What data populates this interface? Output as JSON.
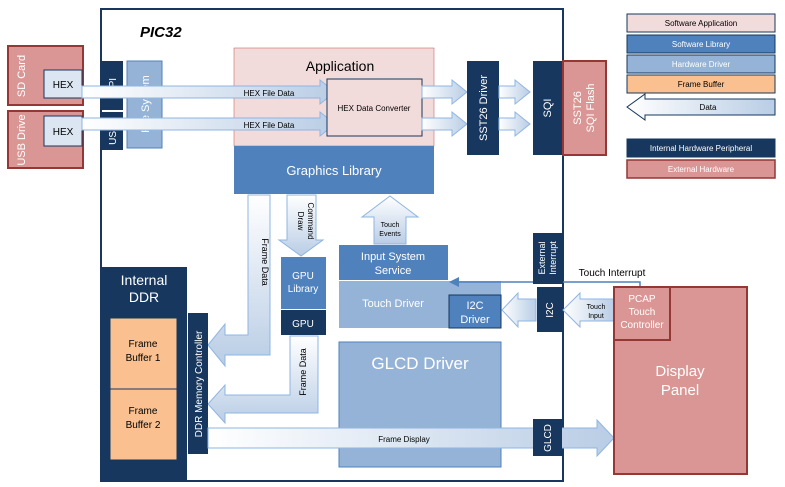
{
  "title": "PIC32",
  "external": {
    "sd_card": "SD Card",
    "usb_drive": "USB Drive",
    "hex": "HEX",
    "sqi_flash_line1": "SST26",
    "sqi_flash_line2": "SQI Flash",
    "display_line1": "Display",
    "display_line2": "Panel",
    "pcap_line1": "PCAP",
    "pcap_line2": "Touch",
    "pcap_line3": "Controller"
  },
  "blocks": {
    "spi": "SPI",
    "usbh": "USBH",
    "file_system": "File System",
    "application": "Application",
    "hex_converter": "HEX Data Converter",
    "sst26_driver": "SST26 Driver",
    "sqi": "SQI",
    "graphics_library": "Graphics Library",
    "gpu_library_line1": "GPU",
    "gpu_library_line2": "Library",
    "gpu": "GPU",
    "ddr_line1": "Internal",
    "ddr_line2": "DDR",
    "fb1_line1": "Frame",
    "fb1_line2": "Buffer 1",
    "fb2_line1": "Frame",
    "fb2_line2": "Buffer 2",
    "ddr_mem_ctrl": "DDR Memory Controller",
    "input_service_line1": "Input System",
    "input_service_line2": "Service",
    "touch_driver": "Touch Driver",
    "i2c_driver_line1": "I2C",
    "i2c_driver_line2": "Driver",
    "ext_interrupt_line1": "External",
    "ext_interrupt_line2": "Interrupt",
    "i2c": "I2C",
    "glcd_driver": "GLCD Driver",
    "glcd": "GLCD"
  },
  "arrow_labels": {
    "hex_file_data_1": "HEX File Data",
    "hex_file_data_2": "HEX File Data",
    "frame_data_1": "Frame Data",
    "frame_data_2": "Frame Data",
    "draw_command_line1": "Draw",
    "draw_command_line2": "Command",
    "touch_events_line1": "Touch",
    "touch_events_line2": "Events",
    "touch_interrupt": "Touch Interrupt",
    "touch_input_line1": "Touch",
    "touch_input_line2": "Input",
    "frame_display": "Frame Display"
  },
  "legend": {
    "software_application": "Software Application",
    "software_library": "Software Library",
    "hardware_driver": "Hardware Driver",
    "frame_buffer": "Frame Buffer",
    "data": "Data",
    "internal_hw": "Internal Hardware Peripheral",
    "external_hw": "External Hardware"
  },
  "colors": {
    "software_application": "#f2dcdb",
    "software_library": "#4f81bd",
    "hardware_driver": "#95b3d7",
    "frame_buffer": "#fac090",
    "data": "#dce6f2",
    "internal_hw": "#17375e",
    "external_hw": "#da9694",
    "external_border": "#953735"
  }
}
